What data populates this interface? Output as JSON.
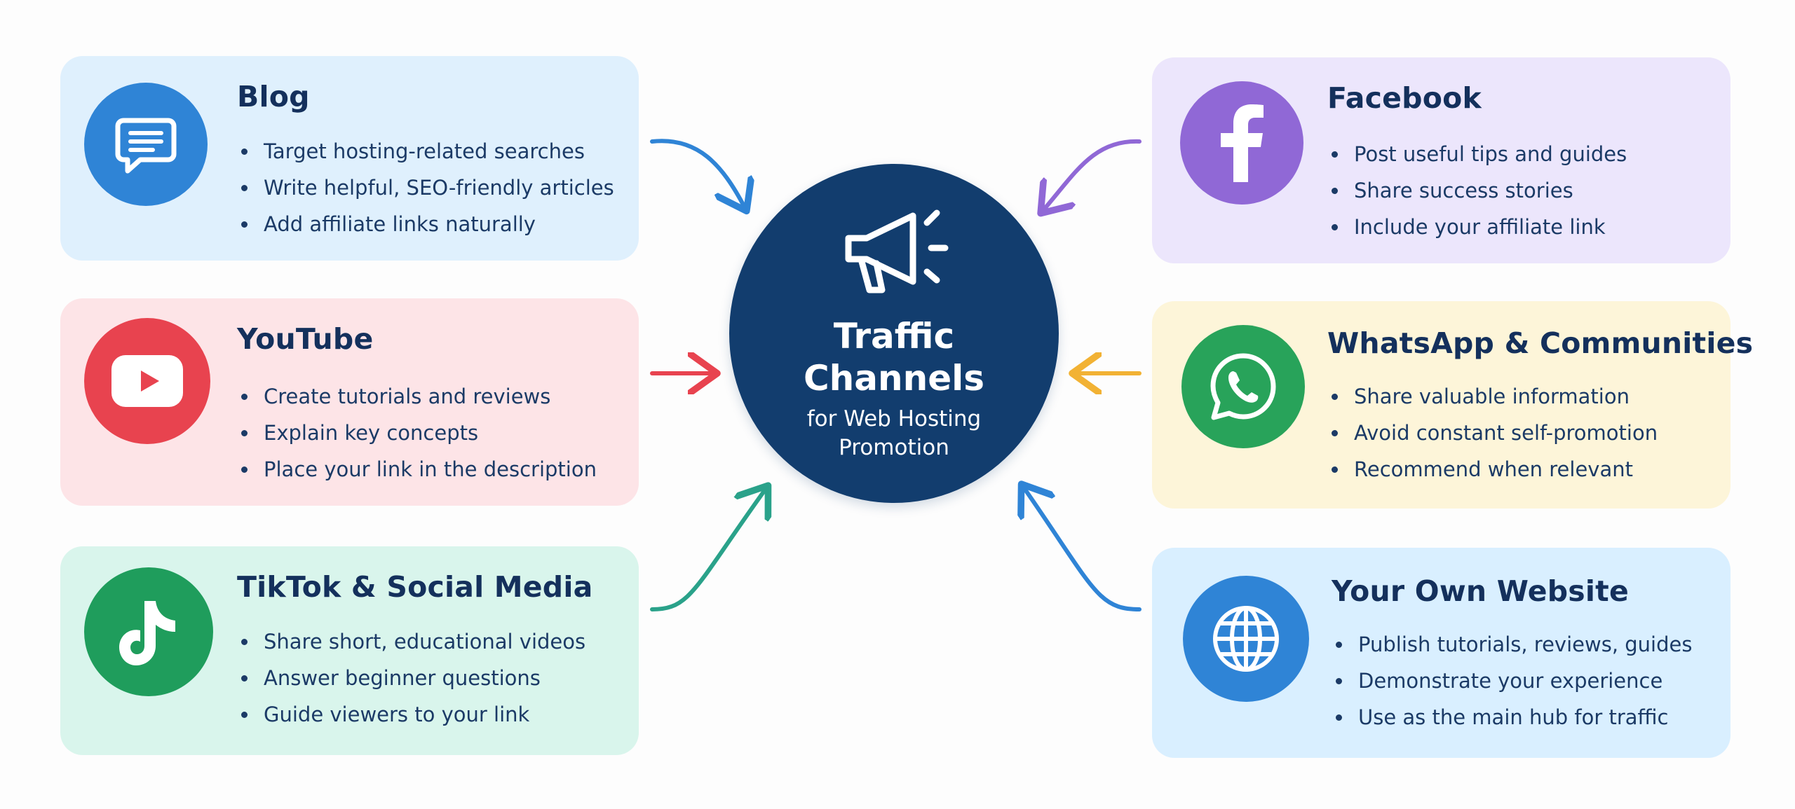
{
  "hub": {
    "title_line1": "Traffic",
    "title_line2": "Channels",
    "subtitle_line1": "for Web Hosting",
    "subtitle_line2": "Promotion",
    "icon": "megaphone-icon"
  },
  "channels": [
    {
      "title": "Blog",
      "icon": "chat-bubble-icon",
      "color": "#2f84d6",
      "bg": "#dff0fd",
      "bullets": [
        "Target hosting-related searches",
        "Write helpful, SEO-friendly articles",
        "Add affiliate links naturally"
      ]
    },
    {
      "title": "YouTube",
      "icon": "play-button-icon",
      "color": "#e8434f",
      "bg": "#fde4e7",
      "bullets": [
        "Create tutorials and reviews",
        "Explain key concepts",
        "Place your link in the description"
      ]
    },
    {
      "title": "TikTok & Social Media",
      "icon": "tiktok-note-icon",
      "color": "#1f9d5c",
      "bg": "#d9f5ec",
      "bullets": [
        "Share short, educational videos",
        "Answer beginner questions",
        "Guide viewers to your link"
      ]
    },
    {
      "title": "Facebook",
      "icon": "facebook-f-icon",
      "color": "#9068d6",
      "bg": "#ece6fc",
      "bullets": [
        "Post useful tips and guides",
        "Share success stories",
        "Include your affiliate link"
      ]
    },
    {
      "title": "WhatsApp & Communities",
      "icon": "whatsapp-phone-icon",
      "color": "#28a35a",
      "bg": "#fdf5d9",
      "bullets": [
        "Share valuable information",
        "Avoid constant self-promotion",
        "Recommend when relevant"
      ]
    },
    {
      "title": "Your Own Website",
      "icon": "globe-icon",
      "color": "#2f84d6",
      "bg": "#d9efff",
      "bullets": [
        "Publish tutorials, reviews, guides",
        "Demonstrate your experience",
        "Use as the main hub for traffic"
      ]
    }
  ],
  "arrows": [
    {
      "from": "Blog",
      "color": "#2f84d6"
    },
    {
      "from": "YouTube",
      "color": "#e8434f"
    },
    {
      "from": "TikTok & Social Media",
      "color": "#2aa28a"
    },
    {
      "from": "Facebook",
      "color": "#9068d6"
    },
    {
      "from": "WhatsApp & Communities",
      "color": "#f2b234"
    },
    {
      "from": "Your Own Website",
      "color": "#2f84d6"
    }
  ]
}
